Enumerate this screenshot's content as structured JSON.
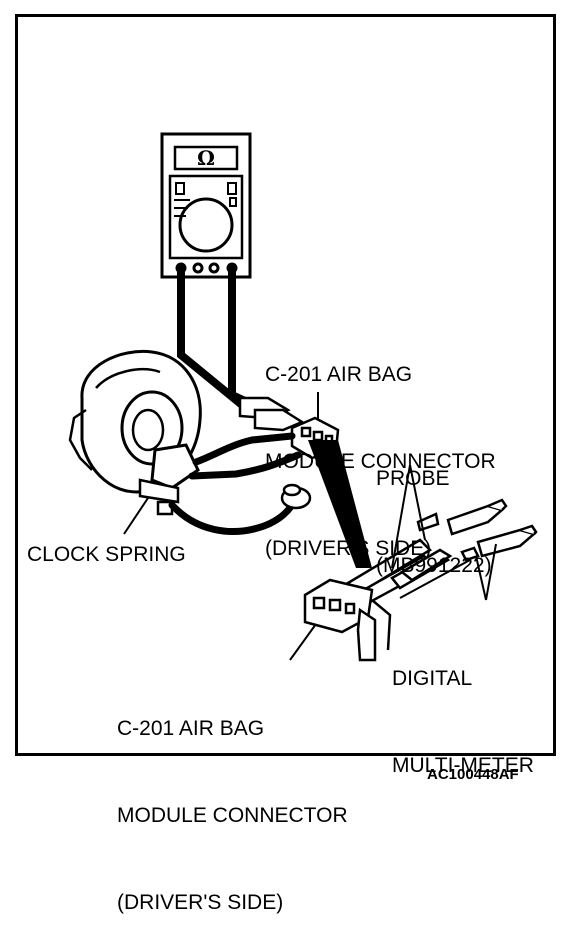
{
  "meter": {
    "display_symbol": "Ω"
  },
  "labels": {
    "top_connector": [
      "C-201 AIR BAG",
      "MODULE CONNECTOR",
      "(DRIVER'S SIDE)"
    ],
    "probe": [
      "PROBE",
      "(MB991222)"
    ],
    "clock_spring": "CLOCK SPRING",
    "digital_multimeter": [
      "DIGITAL",
      "MULTI-METER"
    ],
    "bottom_connector": [
      "C-201 AIR BAG",
      "MODULE CONNECTOR",
      "(DRIVER'S SIDE)"
    ]
  },
  "figure_code": "AC100448AF"
}
